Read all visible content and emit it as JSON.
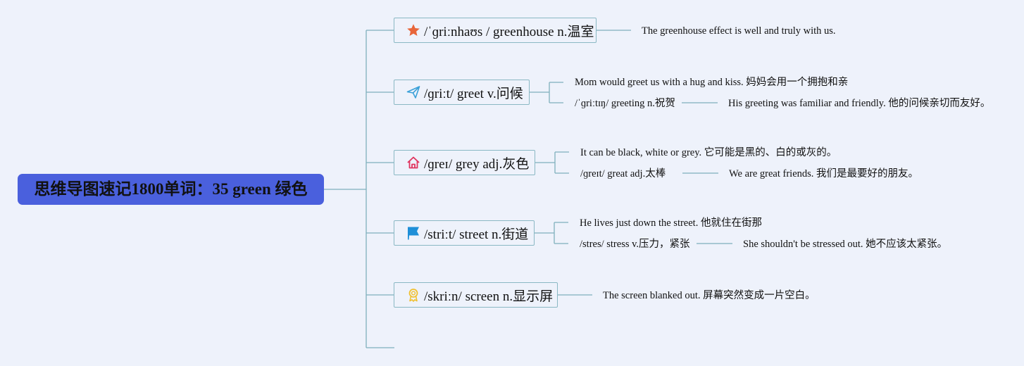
{
  "root": {
    "title": "思维导图速记1800单词：35 green 绿色"
  },
  "branches": [
    {
      "icon": "star-icon",
      "label": "/ˈɡriːnhaʊs / greenhouse n.温室",
      "details": [
        {
          "text": "The greenhouse effect is well and truly with us."
        }
      ]
    },
    {
      "icon": "paper-plane-icon",
      "label": "/ɡriːt/ greet v.问候",
      "details": [
        {
          "text": "Mom would greet us with a hug and kiss. 妈妈会用一个拥抱和亲"
        },
        {
          "text": "/ˈɡriːtɪŋ/ greeting n.祝贺",
          "example": "His greeting was familiar and friendly. 他的问候亲切而友好。"
        }
      ]
    },
    {
      "icon": "home-icon",
      "label": "/ɡreɪ/ grey adj.灰色",
      "details": [
        {
          "text": "It can be black, white or grey. 它可能是黑的、白的或灰的。"
        },
        {
          "text": "/ɡreɪt/ great adj.太棒",
          "example": "We are great friends. 我们是最要好的朋友。"
        }
      ]
    },
    {
      "icon": "flag-icon",
      "label": "/striːt/ street n.街道",
      "details": [
        {
          "text": "He lives just down the street. 他就住在街那"
        },
        {
          "text": "/stres/ stress v.压力，紧张",
          "example": "She shouldn't be stressed out. 她不应该太紧张。"
        }
      ]
    },
    {
      "icon": "award-ribbon-icon",
      "label": "/skriːn/ screen n.显示屏",
      "details": [
        {
          "text": "The screen blanked out. 屏幕突然变成一片空白。"
        }
      ]
    }
  ],
  "colors": {
    "background": "#eef2fb",
    "root_fill": "#4a60dd",
    "connector": "#7fb0bd",
    "star": "#e8663a",
    "plane": "#3aa0d8",
    "home": "#e0335e",
    "flag": "#1e8fd8",
    "award": "#f0c030"
  }
}
